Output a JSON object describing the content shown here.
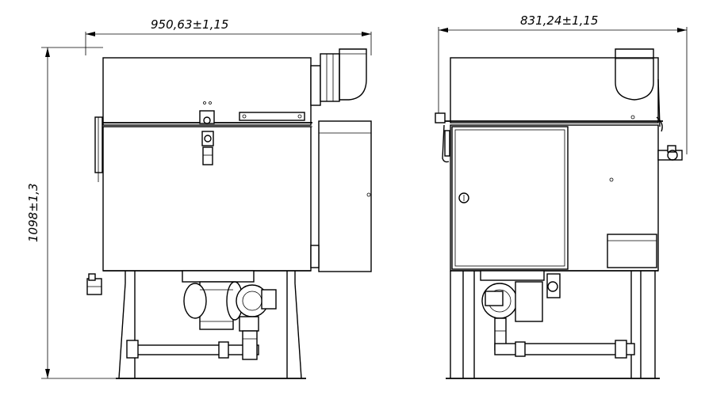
{
  "dimensions": {
    "front_width": "950,63±1,15",
    "side_width": "831,24±1,15",
    "height": "1098±1,3"
  },
  "colors": {
    "line": "#000000",
    "background": "#ffffff"
  }
}
